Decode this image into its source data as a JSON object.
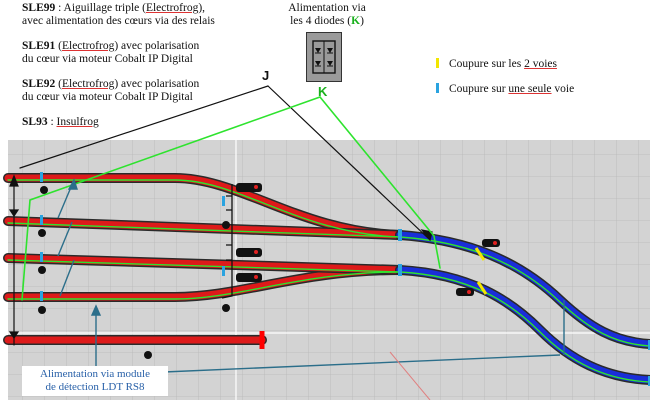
{
  "notes": [
    {
      "code": "SLE99",
      "text_pre": " : Aiguillage triple (",
      "link": "Electrofrog",
      "text_post": "),",
      "line2": "avec alimentation des cœurs via des relais"
    },
    {
      "code": "SLE91",
      "text_pre": " (",
      "link": "Electrofrog",
      "text_post": ") avec polarisation",
      "line2": "du cœur via moteur Cobalt IP Digital"
    },
    {
      "code": "SLE92",
      "text_pre": " (",
      "link": "Electrofrog",
      "text_post": ") avec polarisation",
      "line2": "du cœur via moteur  Cobalt IP Digital"
    },
    {
      "code": "SL93",
      "text_pre": " : ",
      "link": "Insulfrog",
      "text_post": "",
      "line2": ""
    }
  ],
  "alimentation": {
    "line1": "Alimentation via",
    "line2_pre": "les 4 diodes (",
    "letter": "K",
    "line2_post": ")"
  },
  "legend": [
    {
      "pre": "Coupure sur les ",
      "underlined": "2 voies",
      "color": "#f2e600"
    },
    {
      "pre": "Coupure sur ",
      "underlined": "une seule",
      "post": " voie",
      "color": "#2aa3e0"
    }
  ],
  "labels": {
    "j": "J",
    "k": "K"
  },
  "callout": {
    "line1": "Alimentation via module",
    "line2": "de détection LDT RS8"
  },
  "colors": {
    "rail_red": "#dd1a1a",
    "rail_blue": "#1a2fd8",
    "rail_border": "#2a2a2a",
    "wire_green": "#2ee32e",
    "wire_black": "#111111",
    "wire_teal": "#2b6e8a",
    "background_grid": "#cfcfcf"
  }
}
